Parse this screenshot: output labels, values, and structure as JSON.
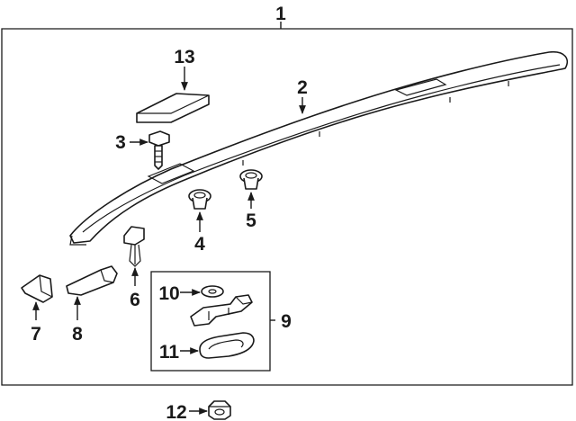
{
  "diagram": {
    "labels": {
      "assembly": "1",
      "rail": "2",
      "bolt": "3",
      "clip_a": "4",
      "clip_b": "5",
      "retainer": "6",
      "front_cover": "7",
      "rear_cover": "8",
      "bracket_kit": "9",
      "washer": "10",
      "pad": "11",
      "nut": "12",
      "tape": "13"
    }
  }
}
